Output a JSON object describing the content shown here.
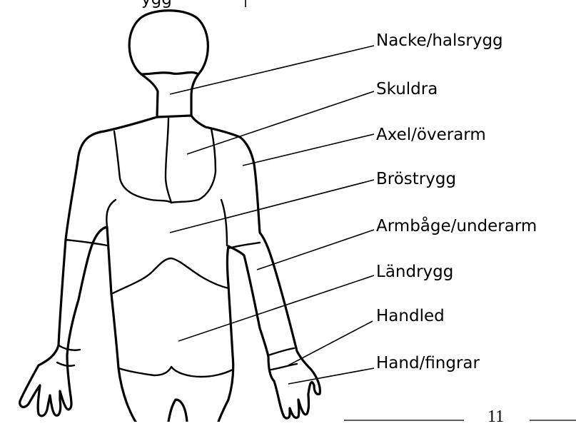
{
  "header_fragment": "ygg",
  "regions": [
    {
      "key": "nacke",
      "label": "Nacke/halsrygg"
    },
    {
      "key": "skuldra",
      "label": "Skuldra"
    },
    {
      "key": "axel",
      "label": "Axel/överarm"
    },
    {
      "key": "brostrygg",
      "label": "Bröstrygg"
    },
    {
      "key": "armbage",
      "label": "Armbåge/underarm"
    },
    {
      "key": "landrygg",
      "label": "Ländrygg"
    },
    {
      "key": "handled",
      "label": "Handled"
    },
    {
      "key": "hand",
      "label": "Hand/fingrar"
    }
  ],
  "page_number": "11"
}
